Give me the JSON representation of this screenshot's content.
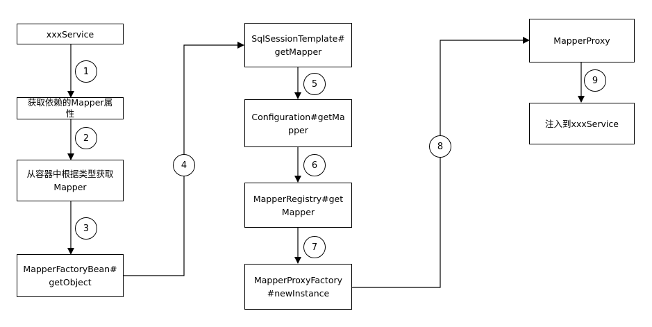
{
  "colors": {
    "stroke": "#000000",
    "box_fill": "#ffffff",
    "text": "#000000"
  },
  "nodes": {
    "xxx_service": {
      "label": "xxxService"
    },
    "get_mapper_property": {
      "line1": "获取依赖的Mapper属",
      "line2": "性"
    },
    "get_from_container": {
      "line1": "从容器中根据类型获取",
      "line2": "Mapper"
    },
    "mapper_factory_bean": {
      "line1": "MapperFactoryBean#",
      "line2": "getObject"
    },
    "sql_session_template": {
      "line1": "SqlSessionTemplate#",
      "line2": "getMapper"
    },
    "configuration": {
      "line1": "Configuration#getMa",
      "line2": "pper"
    },
    "mapper_registry": {
      "line1": "MapperRegistry#get",
      "line2": "Mapper"
    },
    "mapper_proxy_factory": {
      "line1": "MapperProxyFactory",
      "line2": "#newInstance"
    },
    "mapper_proxy": {
      "label": "MapperProxy"
    },
    "inject_service": {
      "label": "注入到xxxService"
    }
  },
  "steps": [
    "1",
    "2",
    "3",
    "4",
    "5",
    "6",
    "7",
    "8",
    "9"
  ]
}
